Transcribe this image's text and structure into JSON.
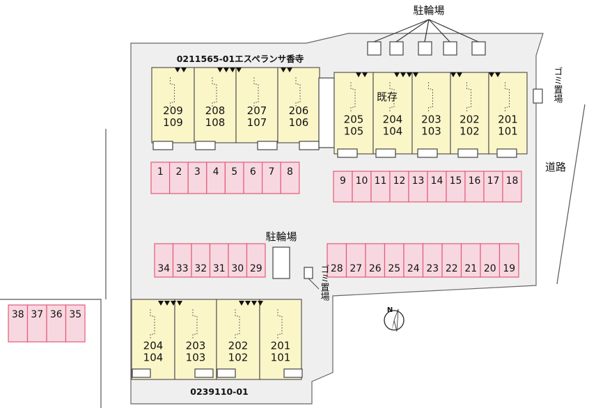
{
  "labels": {
    "bicycle_parking": "駐輪場",
    "garbage": "ゴミ置場",
    "road": "道路",
    "existing": "既存",
    "north": "N",
    "building_a_code": "0211565-01エスペランサ香寺",
    "building_b_code": "0239110-01"
  },
  "buildingA": {
    "units": [
      {
        "upper": "209",
        "lower": "109"
      },
      {
        "upper": "208",
        "lower": "108"
      },
      {
        "upper": "207",
        "lower": "107"
      },
      {
        "upper": "206",
        "lower": "106"
      }
    ]
  },
  "buildingExisting": {
    "units": [
      {
        "upper": "205",
        "lower": "105"
      },
      {
        "upper": "204",
        "lower": "104"
      },
      {
        "upper": "203",
        "lower": "103"
      },
      {
        "upper": "202",
        "lower": "102"
      },
      {
        "upper": "201",
        "lower": "101"
      }
    ]
  },
  "buildingB": {
    "units": [
      {
        "upper": "204",
        "lower": "104"
      },
      {
        "upper": "203",
        "lower": "103"
      },
      {
        "upper": "202",
        "lower": "102"
      },
      {
        "upper": "201",
        "lower": "101"
      }
    ]
  },
  "parking": {
    "row1": [
      "1",
      "2",
      "3",
      "4",
      "5",
      "6",
      "7",
      "8"
    ],
    "row2": [
      "9",
      "10",
      "11",
      "12",
      "13",
      "14",
      "15",
      "16",
      "17",
      "18"
    ],
    "row3": [
      "34",
      "33",
      "32",
      "31",
      "30",
      "29"
    ],
    "row4": [
      "28",
      "27",
      "26",
      "25",
      "24",
      "23",
      "22",
      "21",
      "20",
      "19"
    ],
    "row5": [
      "38",
      "37",
      "36",
      "35"
    ]
  },
  "colors": {
    "building": "#fbf6c8",
    "parking_fill": "#f8d8e0",
    "parking_stroke": "#e05a7a",
    "lot": "#efefef"
  }
}
